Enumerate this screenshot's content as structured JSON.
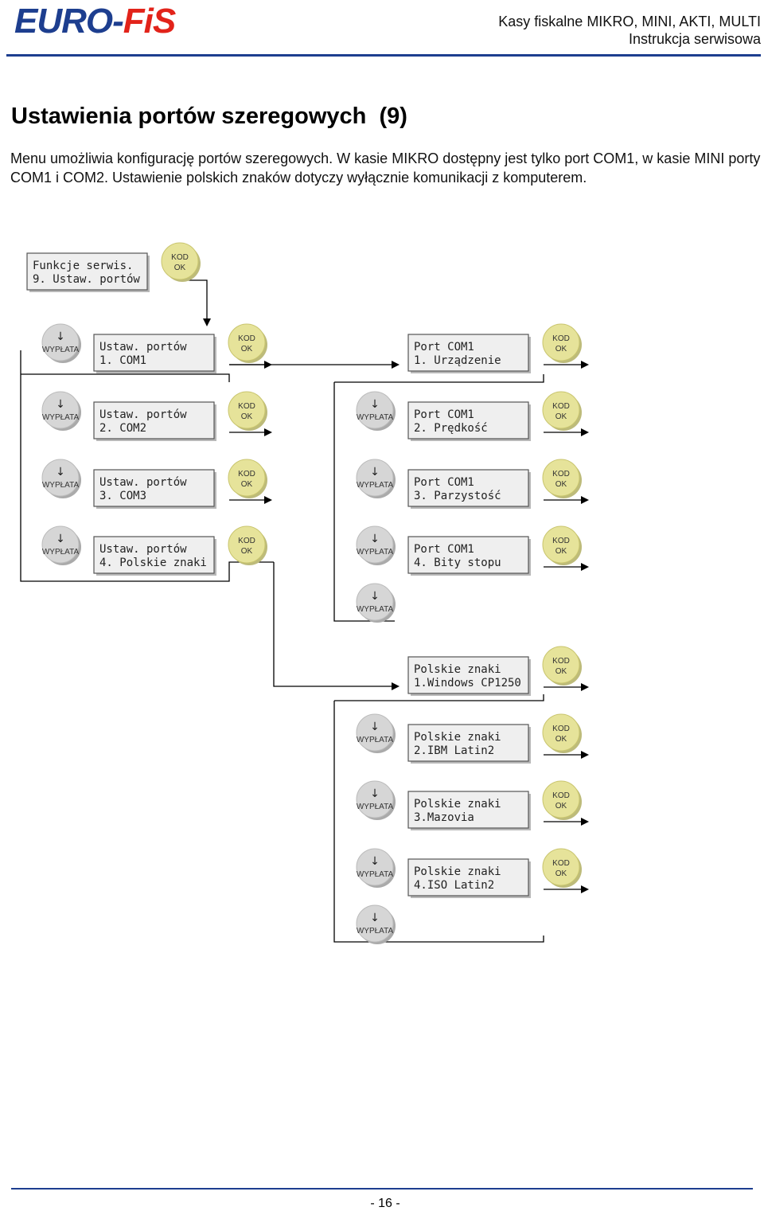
{
  "header": {
    "logo_left": "EURO-",
    "logo_right": "FiS",
    "title_line1": "Kasy fiskalne MIKRO, MINI, AKTI, MULTI",
    "title_line2": "Instrukcja serwisowa"
  },
  "page_title": "Ustawienia portów szeregowych  (9)",
  "intro": "Menu umożliwia konfigurację portów szeregowych. W kasie MIKRO dostępny jest tylko port COM1, w kasie MINI porty COM1 i COM2. Ustawienie polskich znaków dotyczy wyłącznie komunikacji z komputerem.",
  "buttons": {
    "kod_ok": [
      "KOD",
      "OK"
    ],
    "wyplata_arrow": "↓",
    "wyplata_label": "WYPŁATA"
  },
  "colors": {
    "kod_ok_fill": "#e6e39a",
    "wyplata_fill": "#d6d6d6",
    "lcd_fill": "#efefef",
    "accent": "#1d3e8f"
  },
  "diagram": {
    "start": [
      "Funkcje serwis.",
      "9. Ustaw. portów"
    ],
    "ports_menu": [
      [
        "Ustaw. portów",
        "1. COM1"
      ],
      [
        "Ustaw. portów",
        "2. COM2"
      ],
      [
        "Ustaw. portów",
        "3. COM3"
      ],
      [
        "Ustaw. portów",
        "4. Polskie znaki"
      ]
    ],
    "com1_menu": [
      [
        "Port COM1",
        "1. Urządzenie"
      ],
      [
        "Port COM1",
        "2. Prędkość"
      ],
      [
        "Port COM1",
        "3. Parzystość"
      ],
      [
        "Port COM1",
        "4. Bity stopu"
      ]
    ],
    "polish_menu": [
      [
        "Polskie znaki",
        "1.Windows CP1250"
      ],
      [
        "Polskie znaki",
        "2.IBM Latin2"
      ],
      [
        "Polskie znaki",
        "3.Mazovia"
      ],
      [
        "Polskie znaki",
        "4.ISO Latin2"
      ]
    ]
  },
  "footer": {
    "page_number": "- 16 -"
  }
}
